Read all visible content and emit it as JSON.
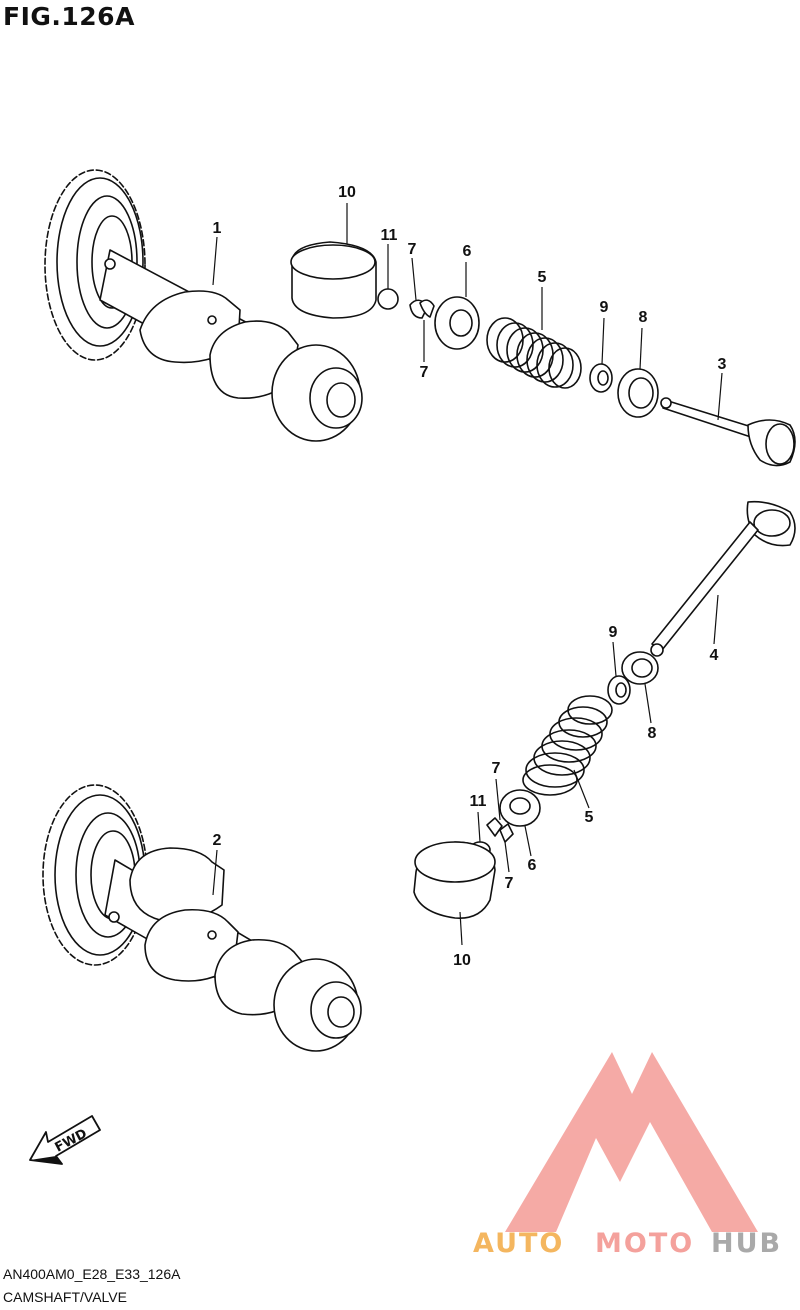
{
  "figure": {
    "title": "FIG.126A",
    "code": "AN400AM0_E28_E33_126A",
    "name": "CAMSHAFT/VALVE"
  },
  "direction_arrow": {
    "label": "FWD",
    "icon": "fwd-arrow-icon"
  },
  "callouts": {
    "top": {
      "camshaft_1": "1",
      "tappet_10": "10",
      "shim_11": "11",
      "cotter_7_upper": "7",
      "cotter_7_lower": "7",
      "retainer_6": "6",
      "spring_5": "5",
      "oil_seal_9": "9",
      "spring_seat_8": "8",
      "valve_3": "3"
    },
    "bottom": {
      "valve_4": "4",
      "oil_seal_9": "9",
      "spring_seat_8": "8",
      "cotter_7_upper": "7",
      "spring_5": "5",
      "shim_11": "11",
      "retainer_6": "6",
      "cotter_7_lower": "7",
      "camshaft_2": "2",
      "tappet_10": "10"
    }
  },
  "watermark": {
    "part1": "AUTO",
    "part2": "MOTO",
    "part3": "HUB",
    "colors": {
      "auto": "#f4b65f",
      "moto": "#f4a19c",
      "hub": "#a9a9a9",
      "logo": "#f4a19c"
    }
  }
}
